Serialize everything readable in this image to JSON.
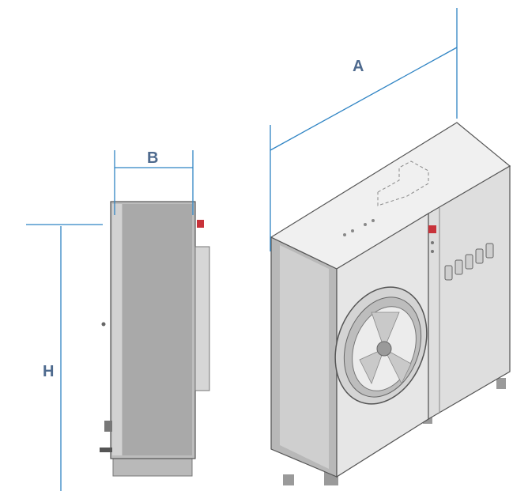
{
  "labels": {
    "width": "A",
    "depth": "B",
    "height": "H"
  },
  "colors": {
    "dimension_line": "#2f84c4",
    "label_text": "#4e6a8e",
    "panel_light": "#e9e9e9",
    "panel_mid": "#c9c9c9",
    "panel_dark": "#a9a9a9",
    "outline": "#555555",
    "accent_red": "#c8323a"
  },
  "views": {
    "side_view": "side-view",
    "isometric_view": "isometric-view"
  }
}
